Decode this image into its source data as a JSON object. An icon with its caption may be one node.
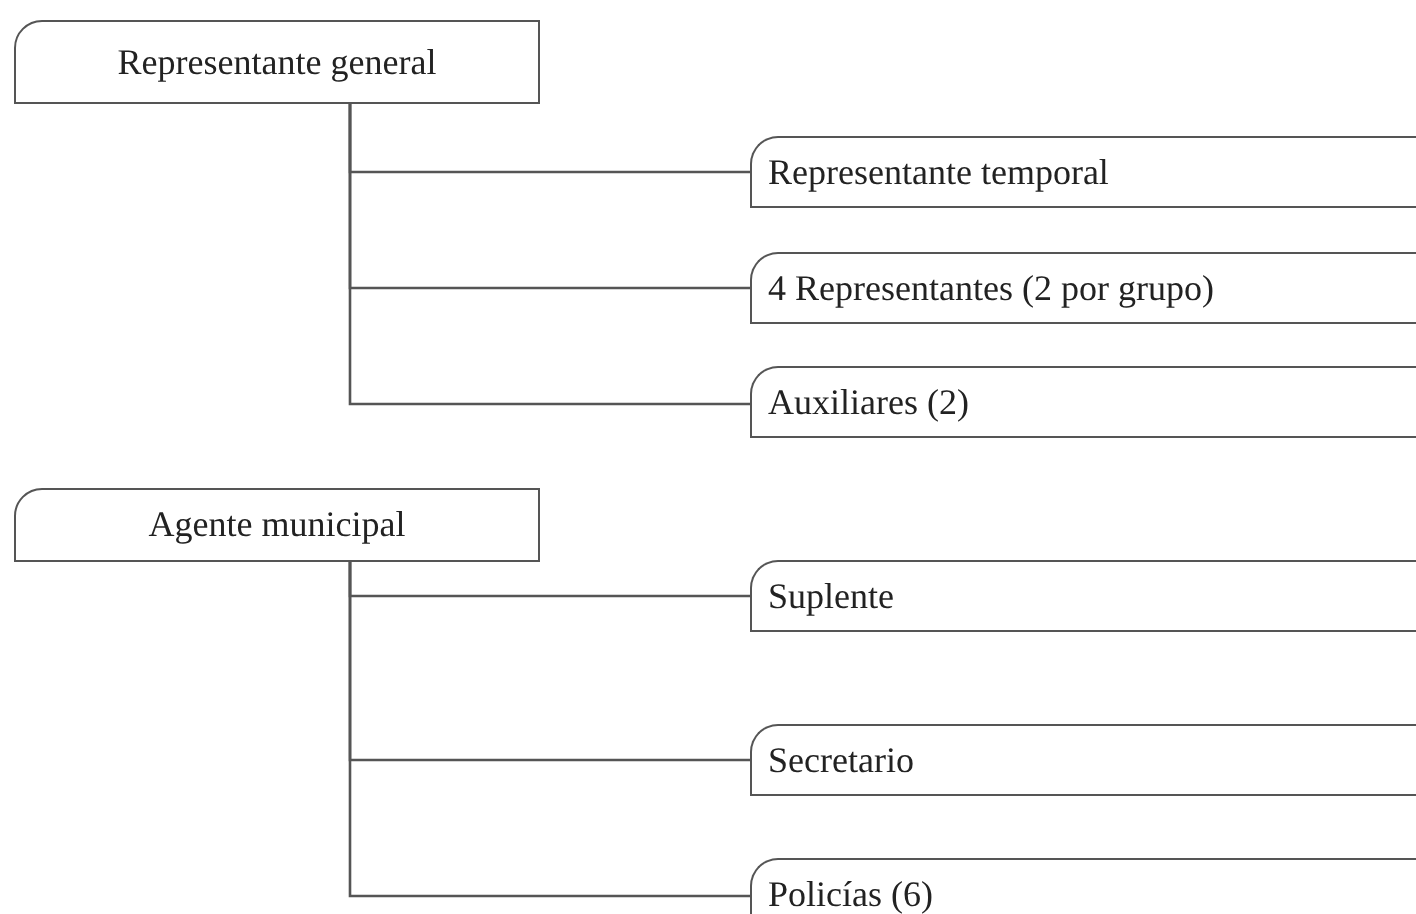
{
  "diagram": {
    "nodes": [
      {
        "text": [
          "Representante general"
        ]
      },
      {
        "text": [
          "Representante temporal"
        ]
      },
      {
        "text": [
          "4 Representantes (2 por grupo)"
        ]
      },
      {
        "text": [
          "Auxiliares (2)"
        ]
      },
      {
        "text": [
          "Agente municipal"
        ]
      },
      {
        "text": [
          "Suplente"
        ]
      },
      {
        "text": [
          "Secretario"
        ]
      },
      {
        "text": [
          "Policías (6)"
        ]
      }
    ],
    "edges": [
      {
        "from": 0,
        "to": 1,
        "arrow": "none"
      },
      {
        "from": 0,
        "to": 2,
        "arrow": "none"
      },
      {
        "from": 0,
        "to": 3,
        "arrow": "none"
      },
      {
        "from": 4,
        "to": 5,
        "arrow": "none"
      },
      {
        "from": 4,
        "to": 6,
        "arrow": "none"
      },
      {
        "from": 4,
        "to": 7,
        "arrow": "none"
      }
    ]
  }
}
